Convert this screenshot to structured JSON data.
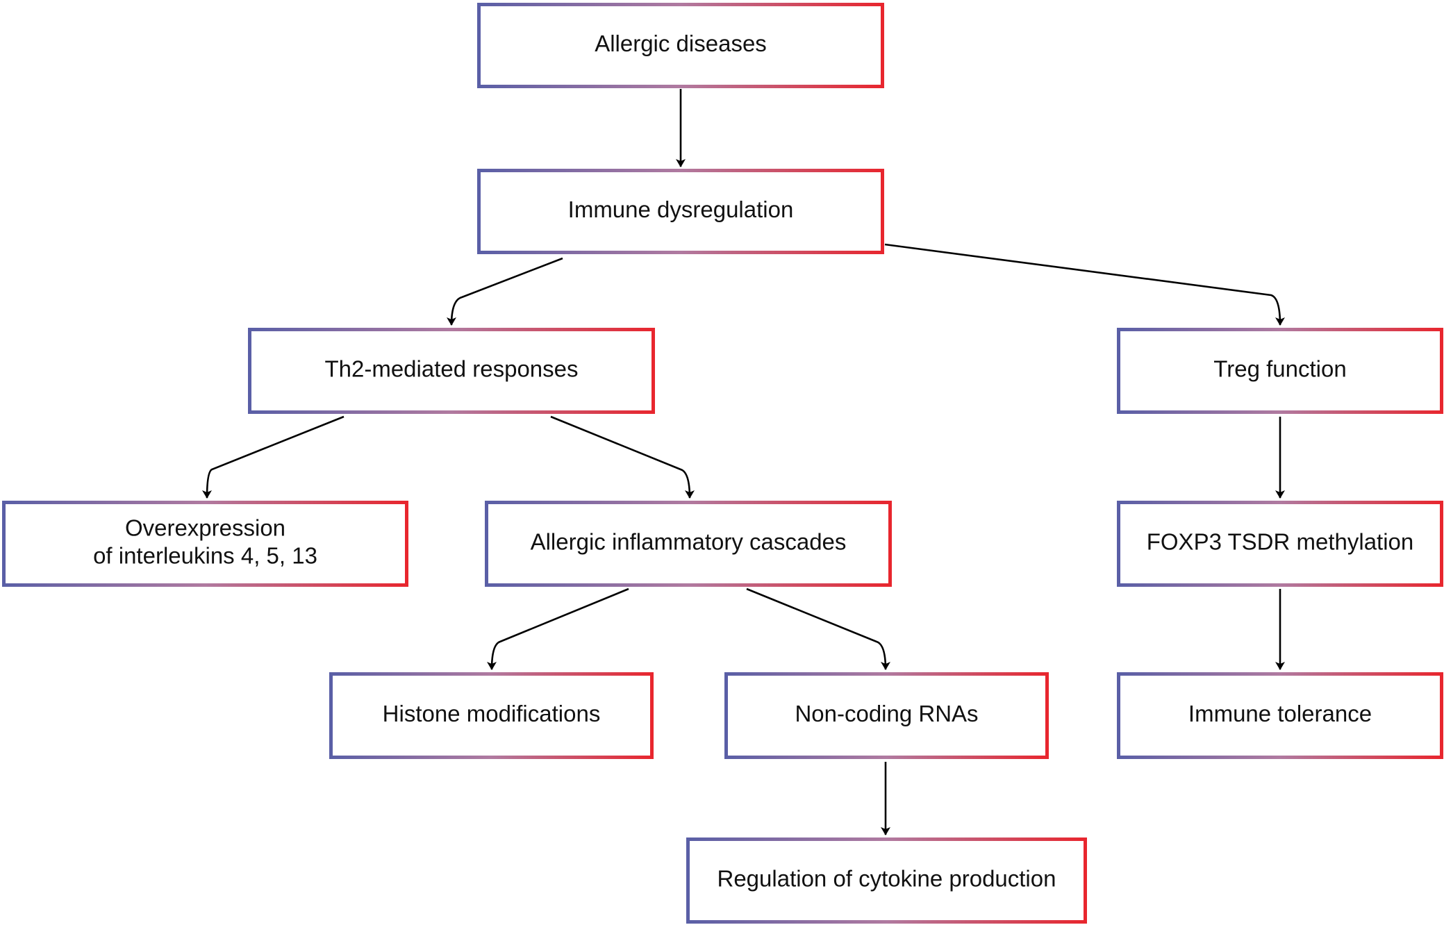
{
  "colors": {
    "border_left": "#5a5fa6",
    "border_mid": "#b07aa0",
    "border_right": "#e8262e",
    "arrow": "#000000",
    "text": "#111111",
    "background": "#ffffff"
  },
  "nodes": {
    "allergic_diseases": [
      "Allergic diseases"
    ],
    "immune_dysregulation": [
      "Immune dysregulation"
    ],
    "th2_responses": [
      "Th2-mediated responses"
    ],
    "treg_function": [
      "Treg function"
    ],
    "overexpression": [
      "Overexpression",
      "of interleukins 4, 5, 13"
    ],
    "inflammatory_cascades": [
      "Allergic inflammatory cascades"
    ],
    "foxp3": [
      "FOXP3 TSDR methylation"
    ],
    "histone": [
      "Histone modifications"
    ],
    "noncoding": [
      "Non-coding RNAs"
    ],
    "immune_tolerance": [
      "Immune tolerance"
    ],
    "cytokine": [
      "Regulation of cytokine production"
    ]
  },
  "edges": [
    {
      "from": "allergic_diseases",
      "to": "immune_dysregulation"
    },
    {
      "from": "immune_dysregulation",
      "to": "th2_responses"
    },
    {
      "from": "immune_dysregulation",
      "to": "treg_function"
    },
    {
      "from": "th2_responses",
      "to": "overexpression"
    },
    {
      "from": "th2_responses",
      "to": "inflammatory_cascades"
    },
    {
      "from": "treg_function",
      "to": "foxp3"
    },
    {
      "from": "inflammatory_cascades",
      "to": "histone"
    },
    {
      "from": "inflammatory_cascades",
      "to": "noncoding"
    },
    {
      "from": "foxp3",
      "to": "immune_tolerance"
    },
    {
      "from": "noncoding",
      "to": "cytokine"
    }
  ]
}
